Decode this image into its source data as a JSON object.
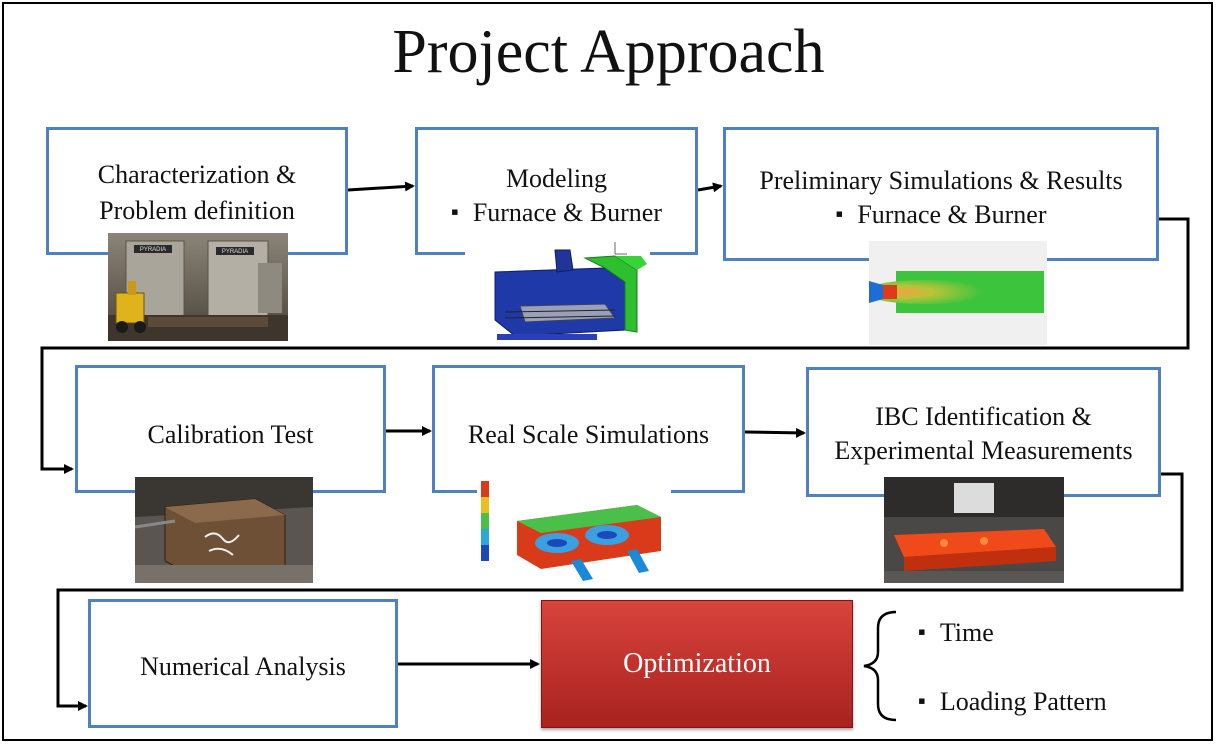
{
  "title": "Project Approach",
  "steps": [
    {
      "line1": "Characterization &",
      "line2": "Problem definition"
    },
    {
      "line1": "Modeling",
      "bullet": "Furnace & Burner"
    },
    {
      "line1": "Preliminary Simulations & Results",
      "bullet": "Furnace & Burner"
    },
    {
      "line1": "Calibration Test"
    },
    {
      "line1": "Real Scale Simulations"
    },
    {
      "line1": "IBC Identification &",
      "line2": "Experimental Measurements"
    },
    {
      "line1": "Numerical Analysis"
    }
  ],
  "optimization": {
    "label": "Optimization",
    "outputs": [
      "Time",
      "Loading Pattern"
    ]
  },
  "photo_text": {
    "furnace_sign": "PYRADIA"
  },
  "colors": {
    "box_border": "#4f81bd",
    "optimization_fill": "#c0312d",
    "connector": "#000000"
  }
}
